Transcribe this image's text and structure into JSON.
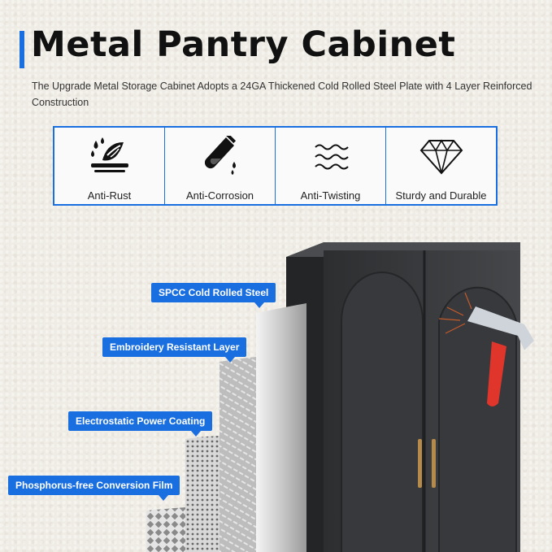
{
  "header": {
    "title": "Metal Pantry Cabinet",
    "subtitle": "The Upgrade Metal Storage Cabinet Adopts a 24GA Thickened Cold Rolled Steel Plate with 4 Layer Reinforced Construction"
  },
  "features": [
    {
      "label": "Anti-Rust",
      "icon": "rust-drops-icon"
    },
    {
      "label": "Anti-Corrosion",
      "icon": "test-tube-icon"
    },
    {
      "label": "Anti-Twisting",
      "icon": "waves-icon"
    },
    {
      "label": "Sturdy and Durable",
      "icon": "diamond-icon"
    }
  ],
  "layers": [
    {
      "label": "SPCC Cold Rolled Steel"
    },
    {
      "label": "Embroidery Resistant Layer"
    },
    {
      "label": "Electrostatic Power Coating"
    },
    {
      "label": "Phosphorus-free Conversion Film"
    }
  ],
  "colors": {
    "accent": "#1a6fe0",
    "cabinet": "#3b3c3e",
    "handle": "#b58a4a",
    "hammer": "#e0352b"
  }
}
